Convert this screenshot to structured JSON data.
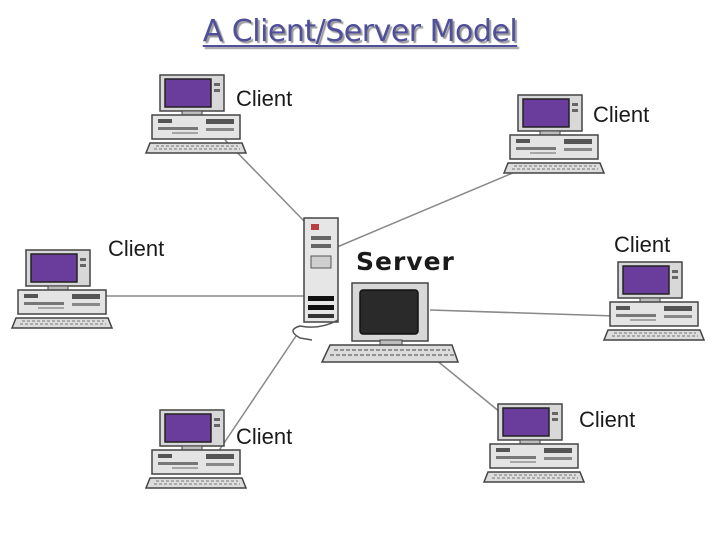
{
  "title": "A Client/Server Model",
  "server_label": "Server",
  "clients": [
    {
      "label": "Client"
    },
    {
      "label": "Client"
    },
    {
      "label": "Client"
    },
    {
      "label": "Client"
    },
    {
      "label": "Client"
    },
    {
      "label": "Client"
    }
  ],
  "colors": {
    "title": "#4f4f9a",
    "screen": "#6a3c9c",
    "server_screen": "#2a2a2a",
    "chassis": "#d8d8d8",
    "outline": "#444444",
    "link": "#888888"
  },
  "icons": [
    "client-computer-icon",
    "server-tower-icon",
    "server-monitor-icon",
    "keyboard-icon"
  ]
}
